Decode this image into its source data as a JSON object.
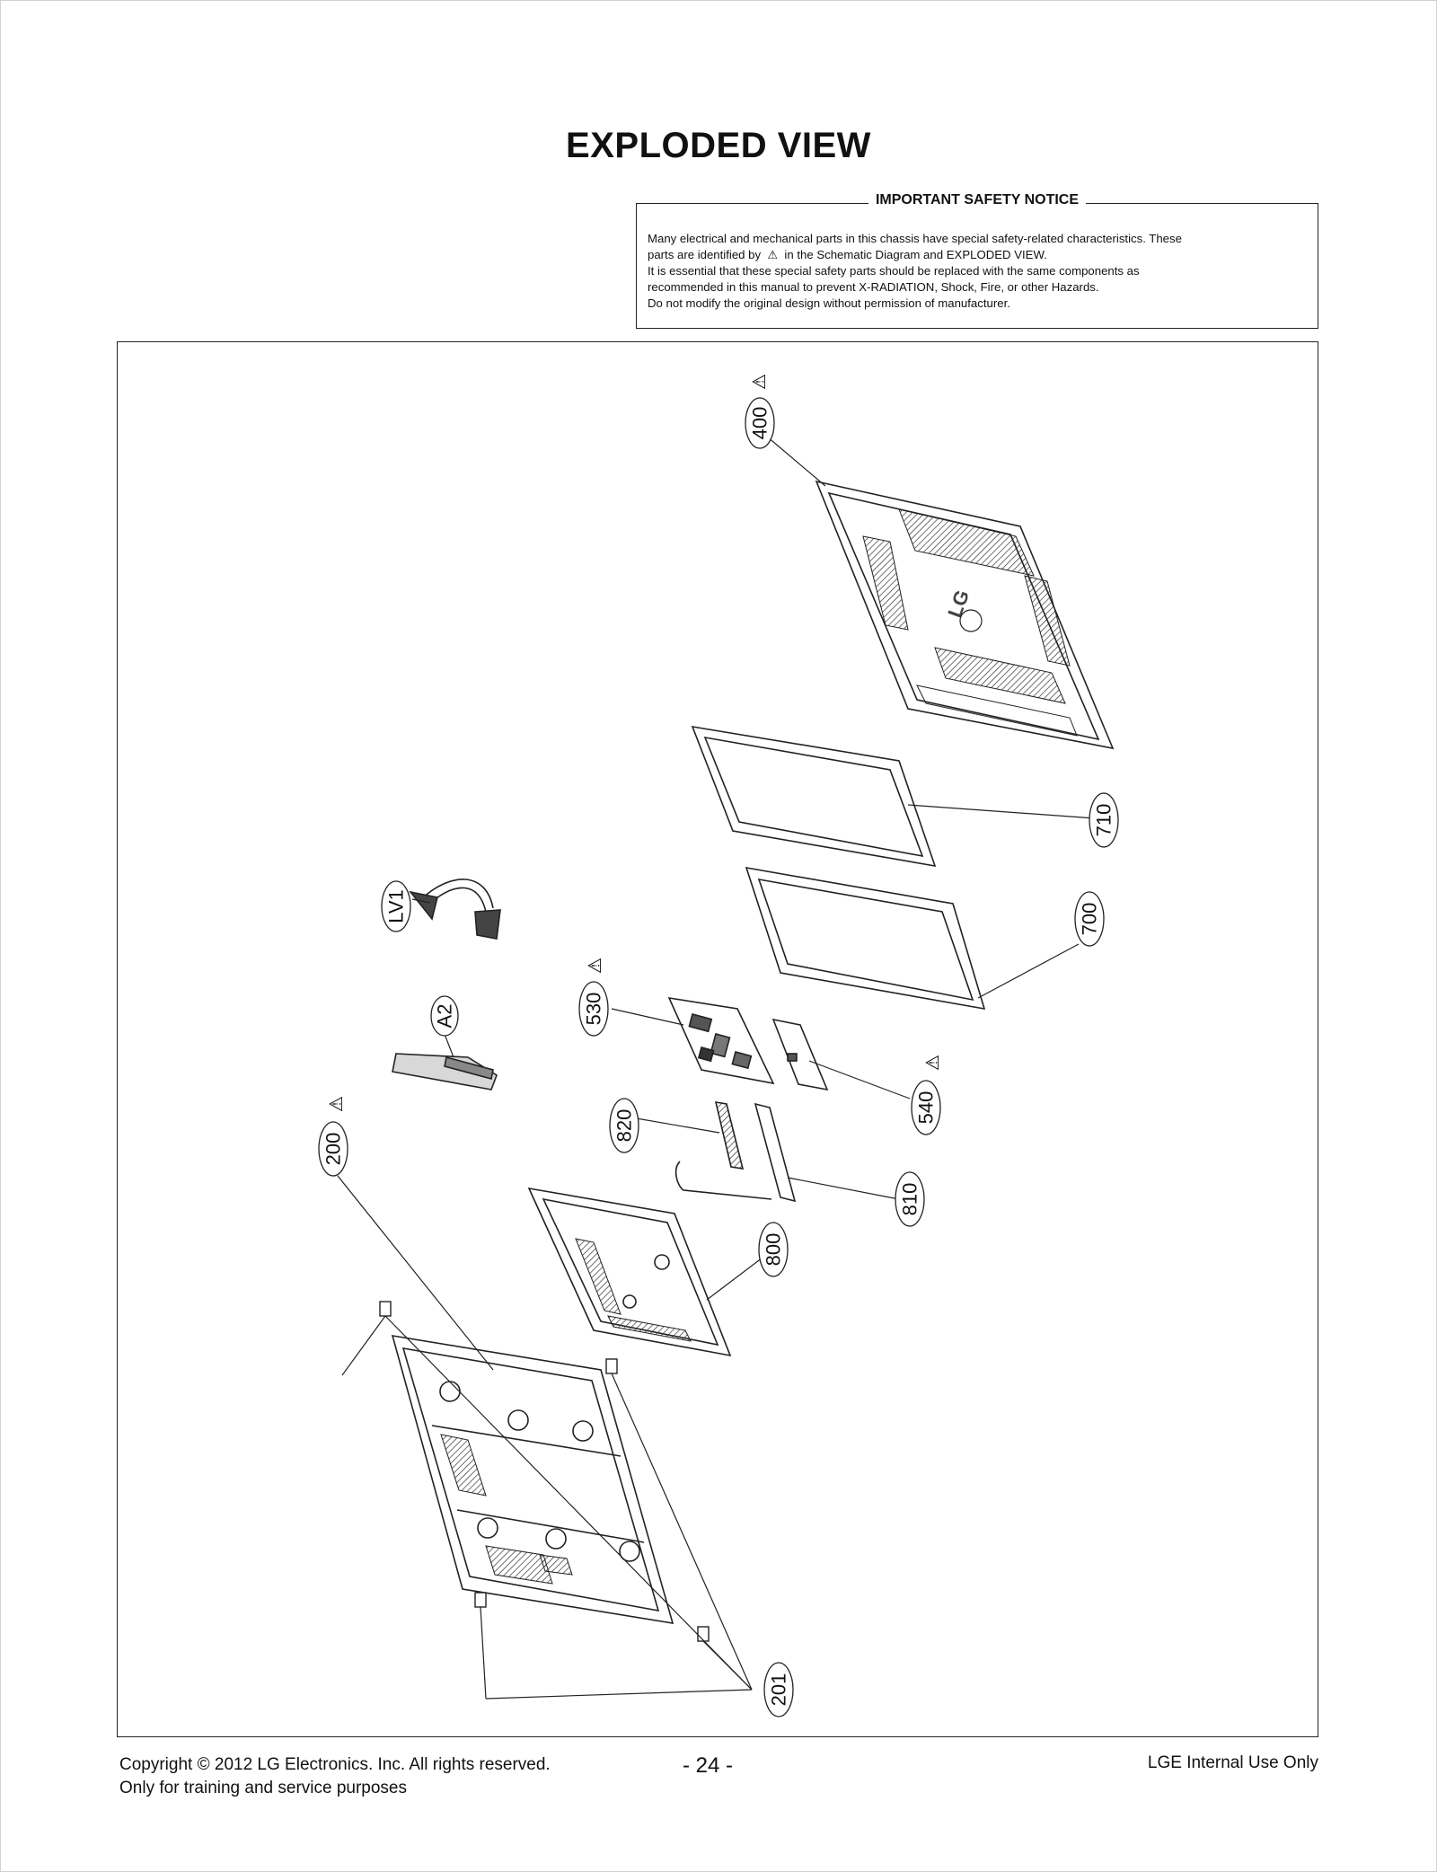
{
  "title": "EXPLODED VIEW",
  "notice": {
    "heading": "IMPORTANT SAFETY NOTICE",
    "line1": "Many electrical and mechanical parts in this chassis have special safety-related characteristics. These",
    "line2a": "parts are identified by",
    "line2b": "in the Schematic Diagram and EXPLODED VIEW.",
    "line3": "It is essential that these special safety parts should be replaced with the same components as",
    "line4": "recommended in this manual to prevent X-RADIATION, Shock, Fire, or other Hazards.",
    "line5": "Do not modify the original design without permission of manufacturer."
  },
  "callouts": {
    "c400": "400",
    "c710": "710",
    "c700": "700",
    "cLV1": "LV1",
    "cA2": "A2",
    "c530": "530",
    "c540": "540",
    "c820": "820",
    "c810": "810",
    "c800": "800",
    "c200": "200",
    "c201": "201"
  },
  "footer": {
    "copyright": "Copyright  © 2012  LG Electronics. Inc. All rights reserved.",
    "purpose": "Only for training and service purposes",
    "page": "- 24 -",
    "internal": "LGE Internal Use Only"
  }
}
